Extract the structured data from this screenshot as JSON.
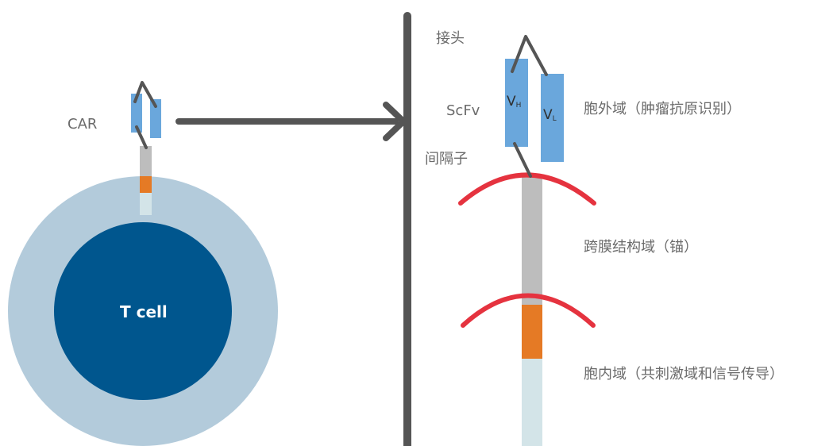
{
  "labels": {
    "car": "CAR",
    "t_cell": "T cell",
    "linker": "接头",
    "scfv": "ScFv",
    "spacer": "间隔子",
    "extracellular": "胞外域（肿瘤抗原识别）",
    "transmembrane": "跨膜结构域（锚）",
    "intracellular": "胞内域（共刺激域和信号传导）",
    "vh_main": "V",
    "vh_sub": "H",
    "vl_main": "V",
    "vl_sub": "L"
  },
  "colors": {
    "cell_outer": "#b3cbdb",
    "cell_inner": "#00568e",
    "domain_blue": "#6aa7dc",
    "spacer_gray": "#bdbdbd",
    "transmembrane_orange": "#e57a25",
    "intracellular_light": "#d3e4e8",
    "membrane_red": "#e5333f",
    "divider": "#555555",
    "arrow": "#555555",
    "linker_line": "#555555"
  }
}
